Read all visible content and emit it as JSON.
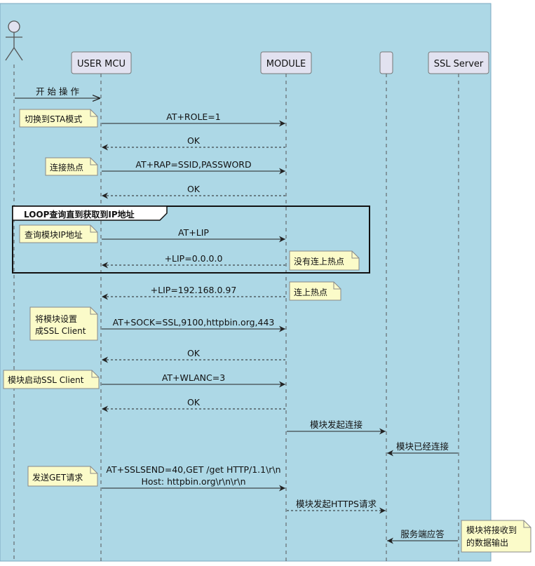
{
  "colors": {
    "background": "#add8e6",
    "lifeline": "#555555",
    "participant_fill": "#e2e2f0",
    "note_fill": "#fbfbc9",
    "arrow": "#222222",
    "loop_border": "#111111",
    "loop_fill": "#ffffff"
  },
  "participants": {
    "actor": {
      "label": "",
      "icon": "stick-figure-actor"
    },
    "user_mcu": {
      "label": "USER MCU"
    },
    "module": {
      "label": "MODULE"
    },
    "unnamed": {
      "label": ""
    },
    "ssl_server": {
      "label": "SSL Server"
    }
  },
  "loop": {
    "label": "LOOP查询直到获取到IP地址"
  },
  "messages": [
    {
      "id": "m0",
      "text": "开  始  操  作",
      "from": "actor",
      "to": "user_mcu",
      "style": "open"
    },
    {
      "id": "m1",
      "text": "AT+ROLE=1",
      "from": "user_mcu",
      "to": "module",
      "style": "solid"
    },
    {
      "id": "m2",
      "text": "OK",
      "from": "module",
      "to": "user_mcu",
      "style": "dashed"
    },
    {
      "id": "m3",
      "text": "AT+RAP=SSID,PASSWORD",
      "from": "user_mcu",
      "to": "module",
      "style": "solid"
    },
    {
      "id": "m4",
      "text": "OK",
      "from": "module",
      "to": "user_mcu",
      "style": "dashed"
    },
    {
      "id": "m5",
      "text": "AT+LIP",
      "from": "user_mcu",
      "to": "module",
      "style": "solid"
    },
    {
      "id": "m6",
      "text": "+LIP=0.0.0.0",
      "from": "module",
      "to": "user_mcu",
      "style": "dashed"
    },
    {
      "id": "m7",
      "text": "+LIP=192.168.0.97",
      "from": "module",
      "to": "user_mcu",
      "style": "dashed"
    },
    {
      "id": "m8",
      "text": "AT+SOCK=SSL,9100,httpbin.org,443",
      "from": "user_mcu",
      "to": "module",
      "style": "solid"
    },
    {
      "id": "m9",
      "text": "OK",
      "from": "module",
      "to": "user_mcu",
      "style": "dashed"
    },
    {
      "id": "m10",
      "text": "AT+WLANC=3",
      "from": "user_mcu",
      "to": "module",
      "style": "solid"
    },
    {
      "id": "m11",
      "text": "OK",
      "from": "module",
      "to": "user_mcu",
      "style": "dashed"
    },
    {
      "id": "m12",
      "text": "模块发起连接",
      "from": "module",
      "to": "unnamed",
      "style": "solid"
    },
    {
      "id": "m13",
      "text": "模块已经连接",
      "from": "ssl_server",
      "to": "unnamed",
      "style": "solid"
    },
    {
      "id": "m14",
      "text": [
        "AT+SSLSEND=40,GET /get HTTP/1.1\\r\\n",
        "Host: httpbin.org\\r\\n\\r\\n"
      ],
      "from": "user_mcu",
      "to": "module",
      "style": "solid"
    },
    {
      "id": "m15",
      "text": "模块发起HTTPS请求",
      "from": "module",
      "to": "unnamed",
      "style": "dashed"
    },
    {
      "id": "m16",
      "text": "服务端应答",
      "from": "ssl_server",
      "to": "unnamed",
      "style": "solid"
    }
  ],
  "notes": [
    {
      "id": "n1",
      "text": [
        "切换到STA模式"
      ]
    },
    {
      "id": "n2",
      "text": [
        "连接热点"
      ]
    },
    {
      "id": "n3",
      "text": [
        "查询模块IP地址"
      ]
    },
    {
      "id": "n4",
      "text": [
        "没有连上热点"
      ]
    },
    {
      "id": "n5",
      "text": [
        "连上热点"
      ]
    },
    {
      "id": "n6",
      "text": [
        "将模块设置",
        "成SSL Client"
      ]
    },
    {
      "id": "n7",
      "text": [
        "模块启动SSL Client"
      ]
    },
    {
      "id": "n8",
      "text": [
        "发送GET请求"
      ]
    },
    {
      "id": "n9",
      "text": [
        "模块将接收到",
        "的数据输出"
      ]
    }
  ]
}
